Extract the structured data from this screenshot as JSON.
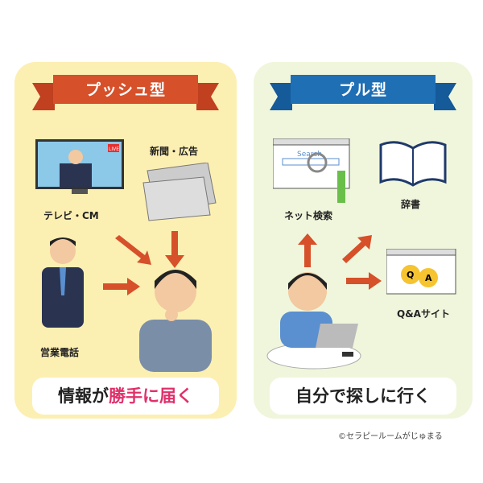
{
  "push": {
    "title": "プッシュ型",
    "labels": {
      "tv": "テレビ・CM",
      "newspaper": "新聞・広告",
      "sales_call": "営業電話",
      "tv_badge": "LIVE"
    },
    "message_prefix": "情報が",
    "message_highlight": "勝手に届く",
    "colors": {
      "panel": "#fcefb2",
      "ribbon": "#d6502a",
      "highlight": "#e0306a"
    }
  },
  "pull": {
    "title": "プル型",
    "labels": {
      "web_search": "ネット検索",
      "dictionary": "辞書",
      "qa_site": "Q&Aサイト",
      "search_text": "Search",
      "qa_q": "Q",
      "qa_a": "A"
    },
    "message": "自分で探しに行く",
    "colors": {
      "panel": "#f0f6dc",
      "ribbon": "#1f6fb5"
    }
  },
  "credit": "©セラピールームがじゅまる"
}
